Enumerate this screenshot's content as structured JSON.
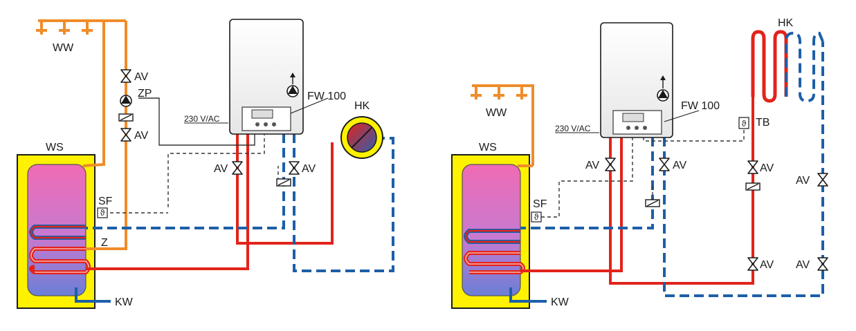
{
  "colors": {
    "hot": "#e2231a",
    "cold": "#1d5fa8",
    "dhw": "#f08c2a",
    "tank_yellow": "#fff200",
    "control": "#333333"
  },
  "left": {
    "ww": "WW",
    "ws": "WS",
    "av_1": "AV",
    "zp": "ZP",
    "av_2": "AV",
    "sf": "SF",
    "z": "Z",
    "kw": "KW",
    "voltage": "230 V/AC",
    "boiler": "FW 100",
    "av_supply": "AV",
    "av_return": "AV",
    "hk": "HK"
  },
  "right": {
    "ww": "WW",
    "ws": "WS",
    "sf": "SF",
    "kw": "KW",
    "voltage": "230 V/AC",
    "boiler": "FW 100",
    "av_supply": "AV",
    "av_return": "AV",
    "hk": "HK",
    "tb": "TB",
    "av_hk_1": "AV",
    "av_hk_2": "AV",
    "av_hk_3": "AV",
    "av_hk_4": "AV"
  }
}
